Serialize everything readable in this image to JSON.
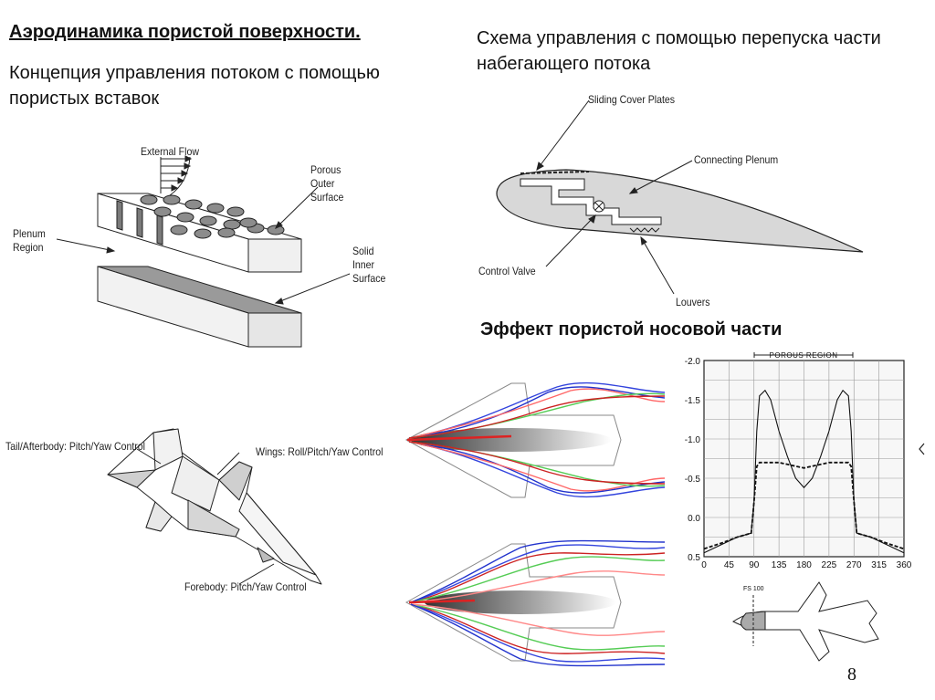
{
  "slide": {
    "title": "Аэродинамика пористой поверхности.",
    "concept_text": "Концепция управления потоком с помощью пористых вставок",
    "scheme_text": "Схема управления с помощью перепуска части набегающего потока",
    "effect_title": "Эффект пористой носовой части",
    "page_number": "8"
  },
  "porous_figure": {
    "external_flow": "External Flow",
    "porous_outer_1": "Porous",
    "porous_outer_2": "Outer",
    "porous_outer_3": "Surface",
    "plenum_1": "Plenum",
    "plenum_2": "Region",
    "solid_1": "Solid",
    "solid_2": "Inner",
    "solid_3": "Surface"
  },
  "airfoil_figure": {
    "sliding_cover": "Sliding Cover Plates",
    "connecting_plenum": "Connecting Plenum",
    "control_valve": "Control Valve",
    "louvers": "Louvers"
  },
  "aircraft_figure": {
    "tail": "Tail/Afterbody: Pitch/Yaw Control",
    "wings": "Wings: Roll/Pitch/Yaw Control",
    "forebody": "Forebody: Pitch/Yaw Control"
  },
  "pressure_chart": {
    "top_label": "POROUS REGION",
    "fs_label": "FS 100"
  },
  "chart_data": {
    "type": "line",
    "title": "",
    "xlabel": "",
    "ylabel": "",
    "xlim": [
      0,
      360
    ],
    "ylim": [
      0.5,
      -2.0
    ],
    "x_ticks": [
      "0",
      "45",
      "90",
      "135",
      "180",
      "225",
      "270",
      "315",
      "360"
    ],
    "y_ticks": [
      "-2.0",
      "-1.5",
      "-1.0",
      "-0.5",
      "0.0",
      "0.5"
    ],
    "grid": true,
    "series": [
      {
        "style": "solid",
        "x": [
          0,
          30,
          60,
          85,
          90,
          95,
          100,
          110,
          120,
          135,
          150,
          165,
          180,
          195,
          210,
          225,
          240,
          250,
          260,
          265,
          270,
          275,
          300,
          330,
          360
        ],
        "y": [
          0.45,
          0.35,
          0.25,
          0.2,
          -0.2,
          -1.1,
          -1.55,
          -1.62,
          -1.5,
          -1.1,
          -0.78,
          -0.5,
          -0.38,
          -0.5,
          -0.78,
          -1.1,
          -1.5,
          -1.62,
          -1.55,
          -1.1,
          -0.2,
          0.2,
          0.25,
          0.35,
          0.45
        ]
      },
      {
        "style": "dashed",
        "x": [
          0,
          30,
          60,
          85,
          90,
          95,
          100,
          135,
          180,
          225,
          260,
          265,
          270,
          275,
          300,
          330,
          360
        ],
        "y": [
          0.4,
          0.33,
          0.25,
          0.2,
          -0.2,
          -0.65,
          -0.7,
          -0.7,
          -0.63,
          -0.7,
          -0.7,
          -0.65,
          -0.2,
          0.2,
          0.25,
          0.33,
          0.4
        ]
      }
    ]
  }
}
